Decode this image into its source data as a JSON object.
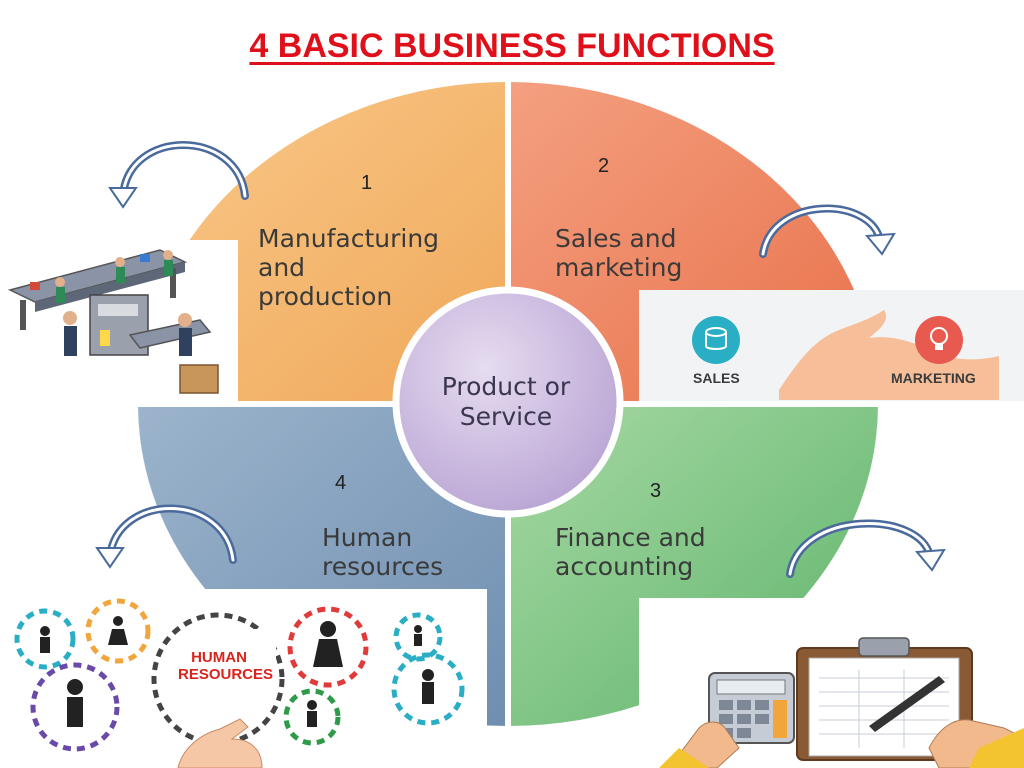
{
  "title": "4 BASIC BUSINESS FUNCTIONS",
  "center": {
    "label": "Product or\nService",
    "color": "#c9b7de"
  },
  "quadrants": [
    {
      "number": "1",
      "label": "Manufacturing\nand\nproduction",
      "color": "#f6c07a"
    },
    {
      "number": "2",
      "label": "Sales and\nmarketing",
      "color": "#ef8e63"
    },
    {
      "number": "3",
      "label": "Finance and\naccounting",
      "color": "#88c98c"
    },
    {
      "number": "4",
      "label": "Human\nresources",
      "color": "#8fa7c2"
    }
  ],
  "images": {
    "sales_marketing": {
      "sales_label": "SALES",
      "marketing_label": "MARKETING"
    },
    "human_resources": {
      "line1": "HUMAN",
      "line2": "RESOURCES"
    }
  },
  "colors": {
    "title": "#e0101a",
    "arrow": "#4a6a9c"
  }
}
